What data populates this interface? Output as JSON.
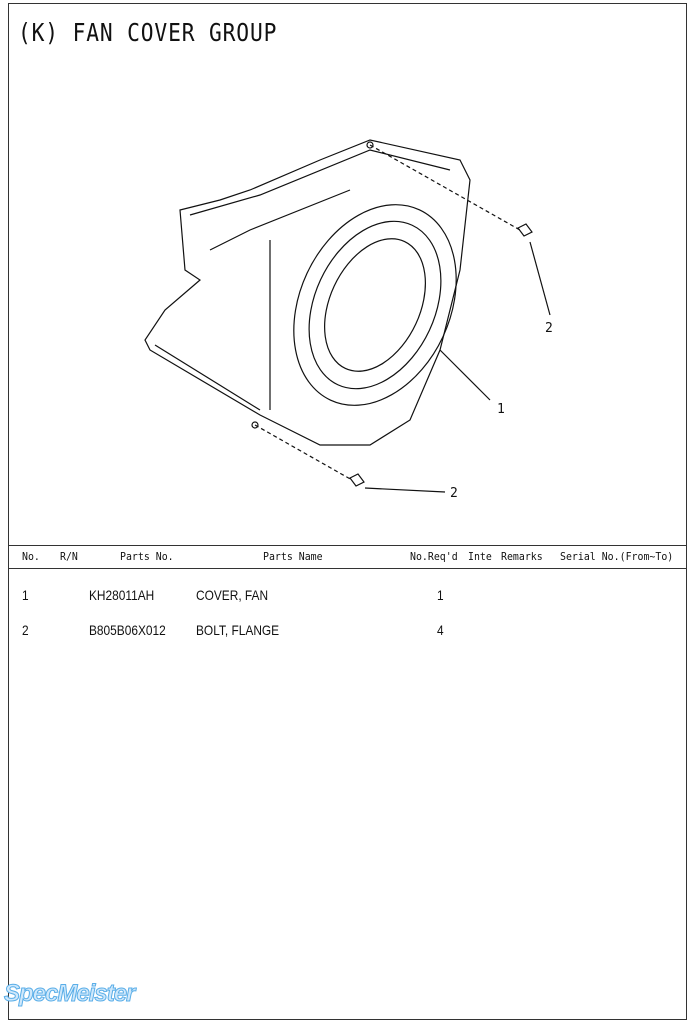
{
  "title": "(K) FAN COVER GROUP",
  "diagram": {
    "callouts": [
      "1",
      "2",
      "2"
    ]
  },
  "table": {
    "headers": {
      "no": "No.",
      "rn": "R/N",
      "parts_no": "Parts No.",
      "parts_name": "Parts Name",
      "req": "No.Req'd",
      "inte": "Inte",
      "remarks": "Remarks",
      "serial": "Serial No.(From~To)"
    },
    "rows": [
      {
        "no": "1",
        "parts_no": "KH28011AH",
        "parts_name": "COVER, FAN",
        "req": "1"
      },
      {
        "no": "2",
        "parts_no": "B805B06X012",
        "parts_name": "BOLT, FLANGE",
        "req": "4"
      }
    ]
  },
  "watermark": "SpecMeister"
}
